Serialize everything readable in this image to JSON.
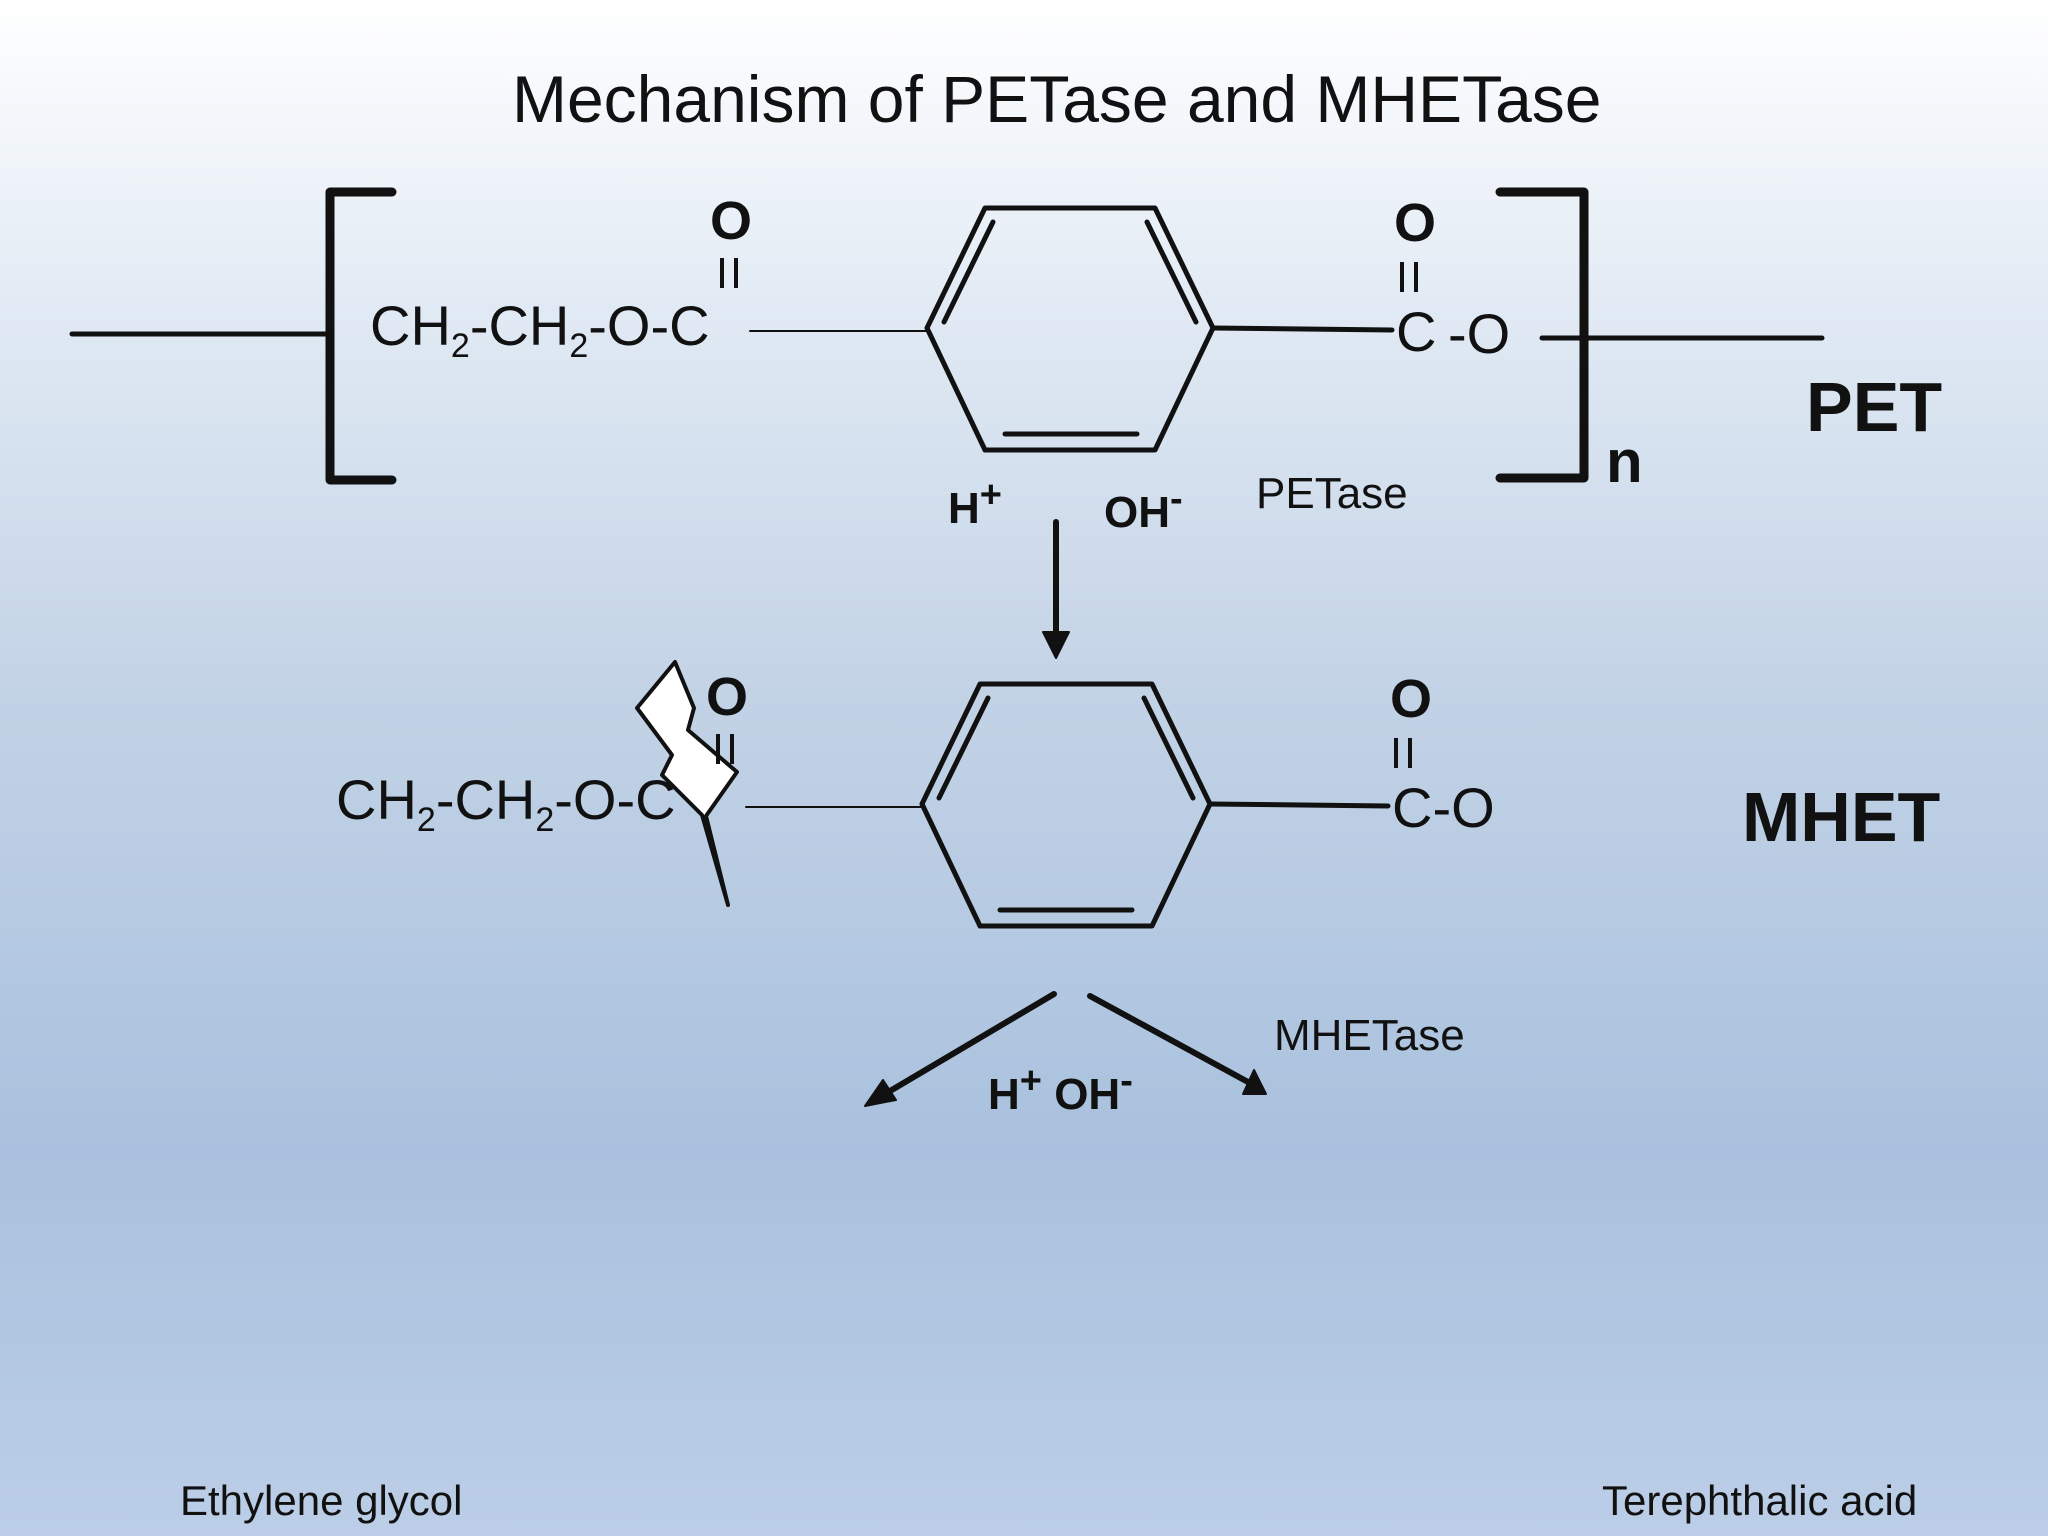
{
  "title": "Mechanism of PETase and MHETase",
  "pet": {
    "label": "PET",
    "repeat_subscript": "n",
    "chain_left": "CH2-CH2-O-C",
    "carbonyl_oxygen": "O",
    "carbonyl_carbon": "C",
    "ester_oxygen": "-O",
    "enzyme": "PETase",
    "reagent_h": "H+",
    "reagent_oh": "OH-"
  },
  "mhet": {
    "label": "MHET",
    "chain_left": "CH2-CH2-O-C",
    "carbonyl_oxygen": "O",
    "right_group": "C-O",
    "enzyme": "MHETase",
    "reagents": "H+ OH-"
  },
  "products": {
    "left": "Ethylene glycol",
    "right": "Terephthalic acid"
  },
  "colors": {
    "ink": "#111111",
    "background_top": "#ffffff",
    "background_bottom": "#a9c1de"
  }
}
